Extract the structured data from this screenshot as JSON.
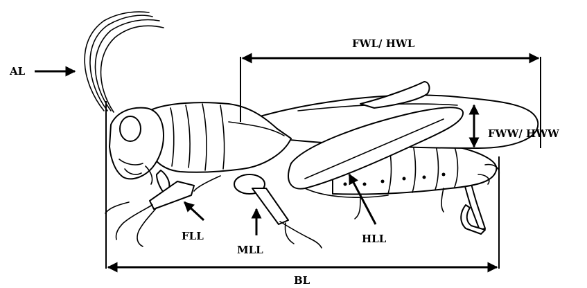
{
  "labels": {
    "antenna_length": "AL",
    "forewing_hindwing_length": "FWL/ HWL",
    "forewing_hindwing_width": "FWW/ HWW",
    "foreleg_length": "FLL",
    "midleg_length": "MLL",
    "hindleg_length": "HLL",
    "body_length": "BL"
  }
}
